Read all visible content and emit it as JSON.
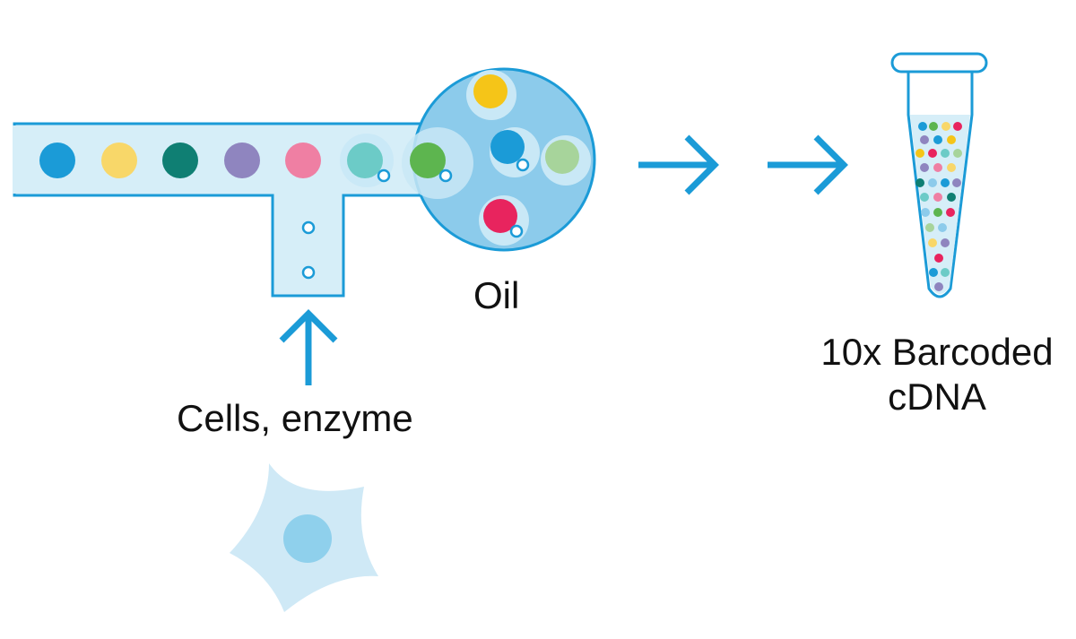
{
  "labels": {
    "oil": "Oil",
    "input": "Cells, enzyme",
    "output_line1": "10x Barcoded",
    "output_line2": "cDNA"
  },
  "colors": {
    "channel": "#d6eef8",
    "channel_stroke": "#1b9bd7",
    "oil_fill": "#8ccbeb",
    "droplet": "#c9e8f6",
    "arrow": "#1b9bd7",
    "cell_body": "#cfe9f6",
    "cell_nucleus": "#8fd0ec",
    "bead_colors": [
      "#1b9bd7",
      "#f8d769",
      "#0f7f73",
      "#8f85bf",
      "#ef7fa3",
      "#6ccbc7",
      "#5db54f",
      "#f5c518",
      "#e8245e",
      "#a7d49b"
    ]
  },
  "icons": [
    "arrow-right-icon",
    "arrow-up-icon",
    "tube-icon",
    "cell-icon"
  ]
}
